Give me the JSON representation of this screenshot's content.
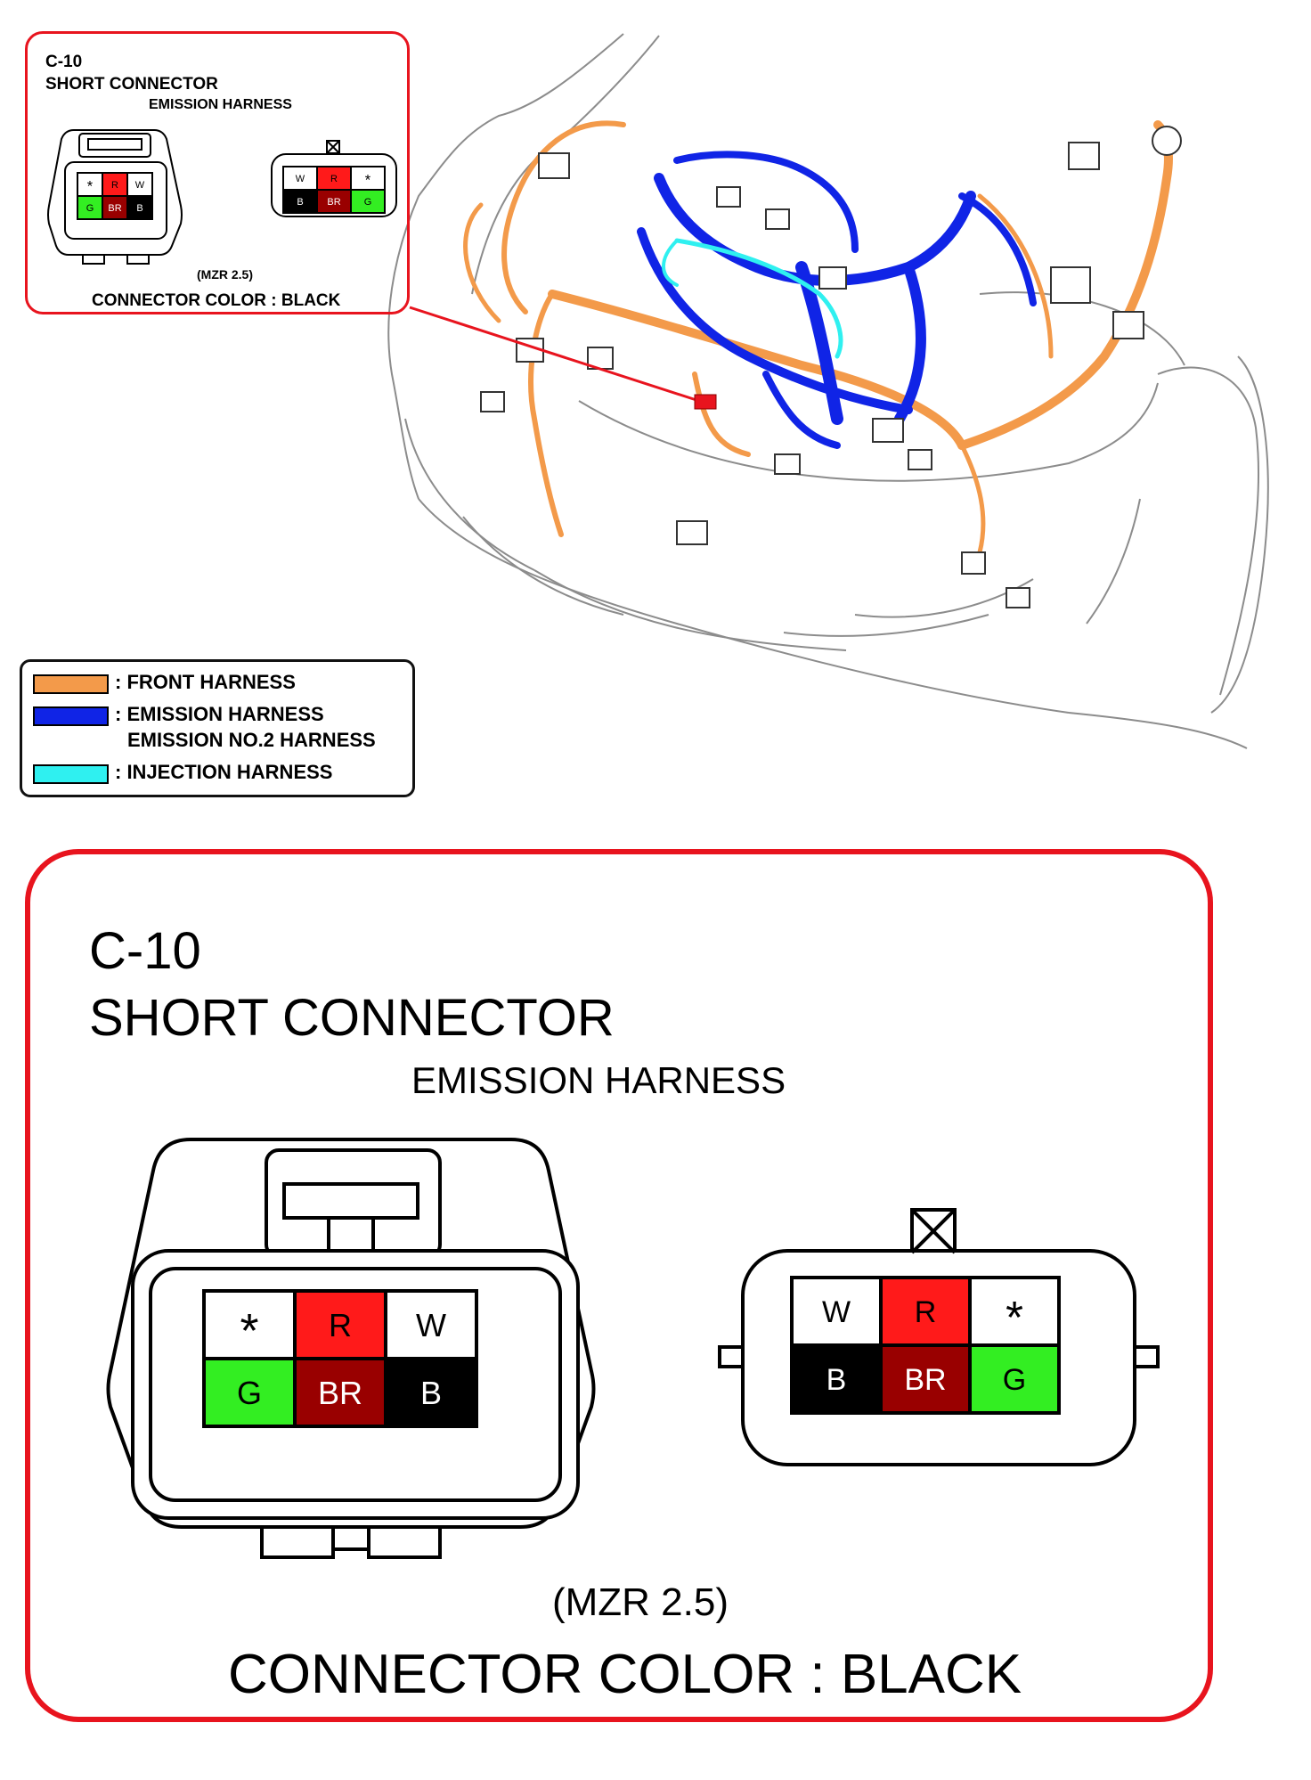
{
  "callout_small": {
    "connector_id": "C-10",
    "connector_name": "SHORT CONNECTOR",
    "harness": "EMISSION HARNESS",
    "model": "(MZR 2.5)",
    "connector_color_text": "CONNECTOR COLOR : BLACK"
  },
  "legend": {
    "items": [
      {
        "label": ": FRONT HARNESS",
        "color": "#f39a4a"
      },
      {
        "label": ": EMISSION HARNESS",
        "label2": "EMISSION NO.2 HARNESS",
        "color": "#1024e6"
      },
      {
        "label": ": INJECTION HARNESS",
        "color": "#2ff0f0"
      }
    ]
  },
  "detail": {
    "connector_id": "C-10",
    "connector_name": "SHORT CONNECTOR",
    "harness": "EMISSION HARNESS",
    "model": "(MZR 2.5)",
    "connector_color_text": "CONNECTOR COLOR : BLACK",
    "female_pins": {
      "top": [
        {
          "label": "*",
          "bg": "#ffffff",
          "fg": "#000000"
        },
        {
          "label": "R",
          "bg": "#ff1a1a",
          "fg": "#000000"
        },
        {
          "label": "W",
          "bg": "#ffffff",
          "fg": "#000000"
        }
      ],
      "bottom": [
        {
          "label": "G",
          "bg": "#33ee22",
          "fg": "#000000"
        },
        {
          "label": "BR",
          "bg": "#990000",
          "fg": "#ffffff"
        },
        {
          "label": "B",
          "bg": "#000000",
          "fg": "#ffffff"
        }
      ]
    },
    "male_pins": {
      "top": [
        {
          "label": "W",
          "bg": "#ffffff",
          "fg": "#000000"
        },
        {
          "label": "R",
          "bg": "#ff1a1a",
          "fg": "#000000"
        },
        {
          "label": "*",
          "bg": "#ffffff",
          "fg": "#000000"
        }
      ],
      "bottom": [
        {
          "label": "B",
          "bg": "#000000",
          "fg": "#ffffff"
        },
        {
          "label": "BR",
          "bg": "#990000",
          "fg": "#ffffff"
        },
        {
          "label": "G",
          "bg": "#33ee22",
          "fg": "#000000"
        }
      ]
    }
  },
  "colors": {
    "frame_red": "#e8141e",
    "front_harness": "#f39a4a",
    "emission_harness": "#1024e6",
    "injection_harness": "#2ff0f0",
    "connector_location": "#e8141e"
  }
}
